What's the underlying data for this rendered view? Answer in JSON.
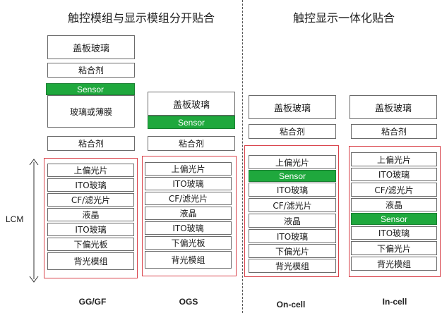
{
  "titles": {
    "separate": "触控模组与显示模组分开贴合",
    "integrated": "触控显示一体化贴合"
  },
  "lcm_label": "LCM",
  "columns": {
    "gg": {
      "name": "GG/GF",
      "upper": [
        "盖板玻璃",
        "粘合剂",
        "Sensor",
        "玻璃或薄膜",
        "粘合剂"
      ],
      "lcm": [
        "上偏光片",
        "ITO玻璃",
        "CF/滤光片",
        "液晶",
        "ITO玻璃",
        "下偏光板",
        "背光模组"
      ]
    },
    "ogs": {
      "name": "OGS",
      "upper": [
        "盖板玻璃",
        "Sensor",
        "粘合剂"
      ],
      "lcm": [
        "上偏光片",
        "ITO玻璃",
        "CF/滤光片",
        "液晶",
        "ITO玻璃",
        "下偏光板",
        "背光模组"
      ]
    },
    "oncell": {
      "name": "On-cell",
      "upper": [
        "盖板玻璃",
        "粘合剂"
      ],
      "lcm": [
        "上偏光片",
        "Sensor",
        "ITO玻璃",
        "CF/滤光片",
        "液晶",
        "ITO玻璃",
        "下偏光片",
        "背光模组"
      ]
    },
    "incell": {
      "name": "In-cell",
      "upper": [
        "盖板玻璃",
        "粘合剂"
      ],
      "lcm": [
        "上偏光片",
        "ITO玻璃",
        "CF/滤光片",
        "液晶",
        "Sensor",
        "ITO玻璃",
        "下偏光片",
        "背光模组"
      ]
    }
  },
  "colors": {
    "sensor": "#1fa83d",
    "frame": "#d9434b",
    "border": "#6b6b6b"
  }
}
